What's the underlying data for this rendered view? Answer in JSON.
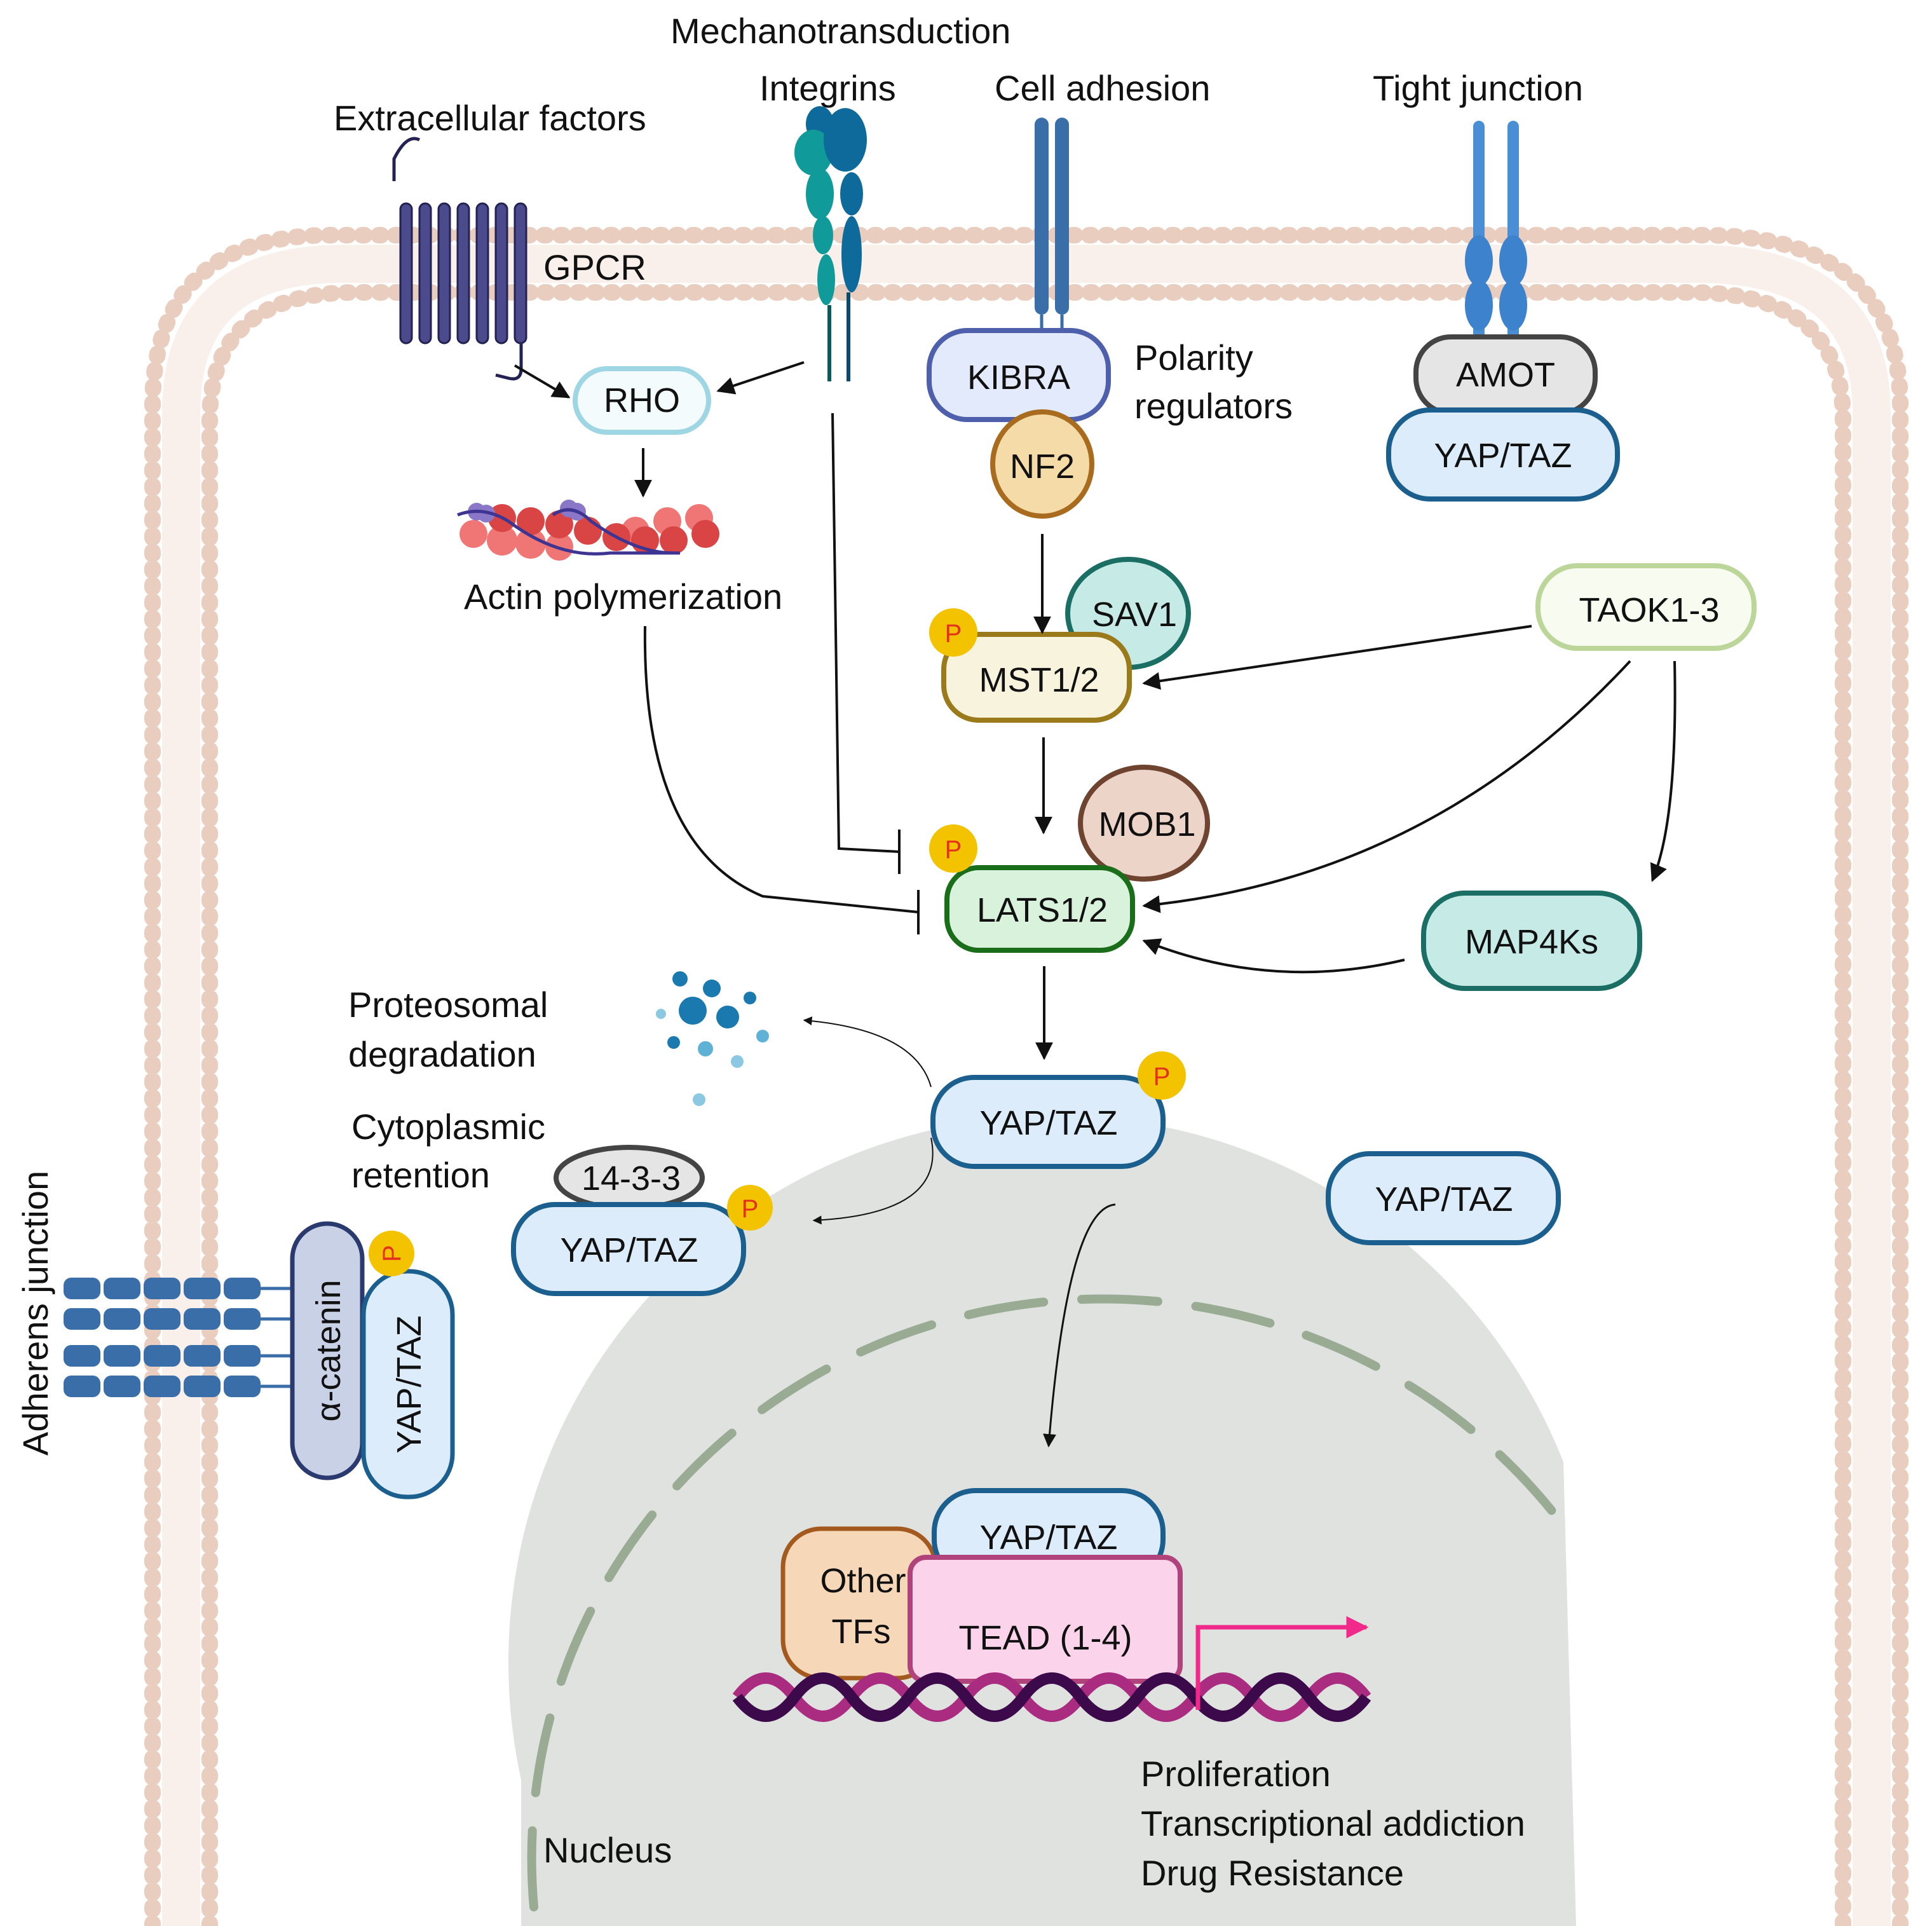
{
  "labels": {
    "mechanotransduction": "Mechanotransduction",
    "integrins": "Integrins",
    "cell_adhesion": "Cell adhesion",
    "tight_junction": "Tight junction",
    "extracellular_factors": "Extracellular factors",
    "gpcr": "GPCR",
    "polarity_regulators_1": "Polarity",
    "polarity_regulators_2": "regulators",
    "actin_polymerization": "Actin polymerization",
    "proteosomal_1": "Proteosomal",
    "proteosomal_2": "degradation",
    "cytoplasmic_1": "Cytoplasmic",
    "cytoplasmic_2": "retention",
    "adherens_junction": "Adherens junction",
    "nucleus": "Nucleus",
    "outcome_1": "Proliferation",
    "outcome_2": "Transcriptional addiction",
    "outcome_3": "Drug Resistance"
  },
  "nodes": {
    "rho": "RHO",
    "kibra": "KIBRA",
    "nf2": "NF2",
    "amot": "AMOT",
    "yap_taz_tj": "YAP/TAZ",
    "sav1": "SAV1",
    "mst": "MST1/2",
    "taok": "TAOK1-3",
    "mob1": "MOB1",
    "lats": "LATS1/2",
    "map4ks": "MAP4Ks",
    "yap_taz_p": "YAP/TAZ",
    "yap_taz_free": "YAP/TAZ",
    "p1433": "14-3-3",
    "yap_taz_ret": "YAP/TAZ",
    "alpha_catenin": "α-catenin",
    "yap_taz_aj": "YAP/TAZ",
    "yap_taz_nuc": "YAP/TAZ",
    "other_tfs_1": "Other",
    "other_tfs_2": "TFs",
    "tead": "TEAD (1-4)",
    "phospho": "P"
  },
  "colors": {
    "membrane": "#e9cdbf",
    "nucleus_fill": "#dfe2df",
    "nucleus_border": "#9aab94",
    "yap_fill": "#dcecfa",
    "yap_border": "#1a5f8e",
    "phospho": "#f3c300",
    "phospho_text": "#e4301e",
    "tead_fill": "#fbd3ea",
    "tead_border": "#b0427c",
    "arrow_pink": "#f0298a"
  }
}
